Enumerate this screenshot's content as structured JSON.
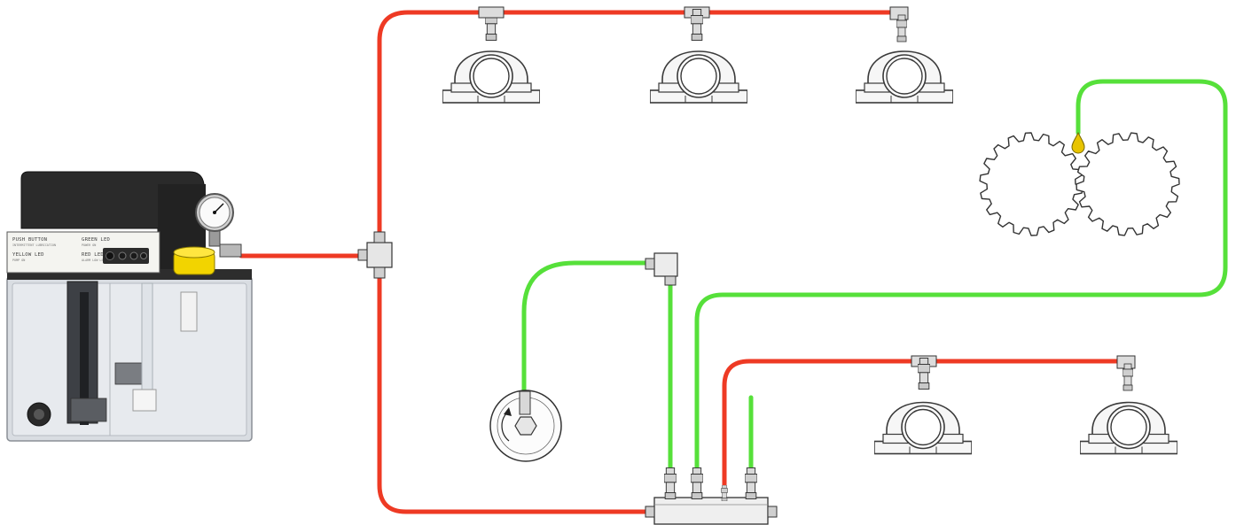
{
  "diagram": {
    "description_visible_text_only": true,
    "colors": {
      "oil_line": "#ee3a24",
      "grease_line": "#56e03a",
      "fitting": "#cfcfcf",
      "outline": "#3a3a3a",
      "pump_body": "#2a2a2a",
      "pump_panel": "#f4f4f0",
      "reservoir": "#d9dde2",
      "filler_cap": "#f2d400",
      "oil_drop": "#e8c400"
    },
    "pump_panel": {
      "push_button": "PUSH BUTTON",
      "push_button_sub": "INTERMITTENT LUBRICATION",
      "green_led": "GREEN LED",
      "green_led_sub": "POWER ON",
      "yellow_led": "YELLOW LED",
      "yellow_led_sub": "PUMP ON",
      "red_led": "RED LED",
      "red_led_sub": "ALARM LOW LEVEL"
    },
    "icons": {
      "pump": "lubrication-pump-icon",
      "gauge": "pressure-gauge-icon",
      "bearing": "pillow-block-bearing-icon",
      "gear": "gear-icon",
      "rotation": "rotation-arrow-icon",
      "tee": "tee-fitting-icon",
      "distributor": "distributor-block-icon",
      "drop": "oil-drop-icon"
    }
  }
}
